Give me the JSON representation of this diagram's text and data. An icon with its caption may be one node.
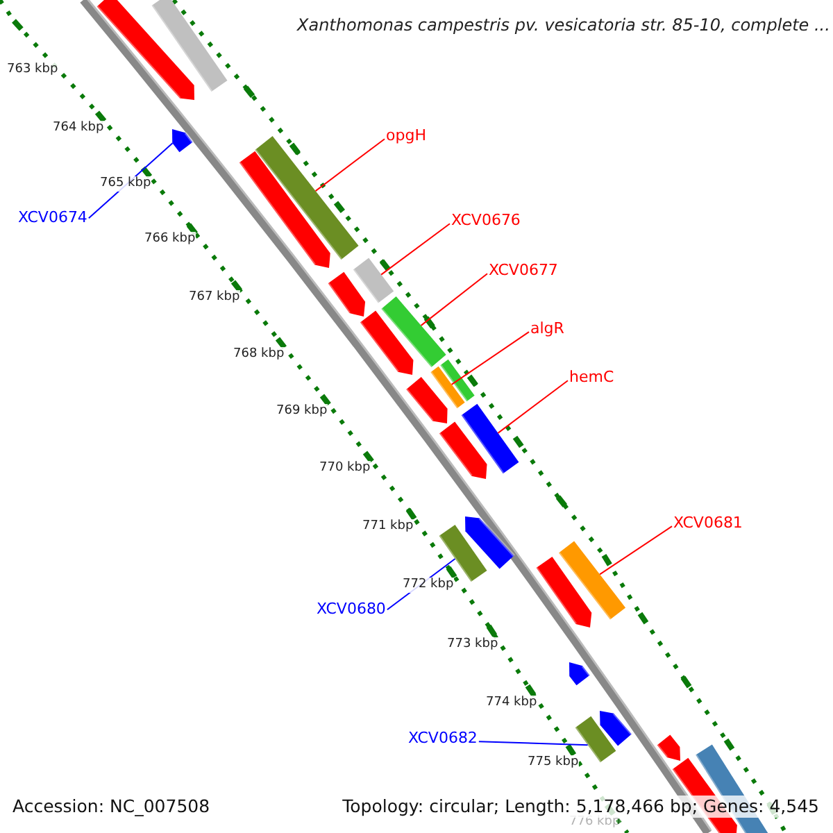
{
  "diagram": {
    "title": "Xanthomonas campestris pv. vesicatoria str. 85-10, complete ...",
    "nodes": [
      {
        "text": [
          "opgH"
        ]
      },
      {
        "text": [],
        "shape": "bar"
      },
      {
        "text": [
          "XCV0674"
        ]
      },
      {
        "text": [],
        "shape": "bar"
      },
      {
        "text": [
          "XCV0676"
        ]
      },
      {
        "text": [],
        "shape": "bar"
      },
      {
        "text": [
          "XCV0677"
        ]
      },
      {
        "text": [],
        "shape": "bar"
      },
      {
        "text": [
          "algR"
        ]
      },
      {
        "text": [],
        "shape": "bar"
      },
      {
        "text": [
          "hemC"
        ]
      },
      {
        "text": [],
        "shape": "bar"
      },
      {
        "text": [
          "XCV0681"
        ]
      },
      {
        "text": [],
        "shape": "bar"
      },
      {
        "text": [
          "XCV0680"
        ]
      },
      {
        "text": [],
        "shape": "bar"
      },
      {
        "text": [
          "XCV0682"
        ]
      },
      {
        "text": [],
        "shape": "bar"
      },
      {
        "text": [],
        "shape": "bar"
      },
      {
        "text": [],
        "shape": "bar"
      },
      {
        "text": [],
        "shape": "bar"
      },
      {
        "text": [],
        "shape": "bar"
      },
      {
        "text": [],
        "shape": "bar"
      },
      {
        "text": [],
        "shape": "bar"
      },
      {
        "text": [],
        "shape": "bar"
      },
      {
        "text": [],
        "shape": "bar"
      },
      {
        "text": [],
        "shape": "bar"
      },
      {
        "text": [],
        "shape": "bar"
      },
      {
        "text": [],
        "shape": "bar"
      },
      {
        "text": [],
        "shape": "bar"
      },
      {
        "text": [],
        "shape": "bar"
      },
      {
        "text": [],
        "shape": "bar"
      },
      {
        "text": [],
        "shape": "bar"
      }
    ],
    "edges": [
      {
        "from": 0,
        "to": 1,
        "arrow": "none"
      },
      {
        "from": 2,
        "to": 3,
        "arrow": "none",
        "color": "#0000ff"
      },
      {
        "from": 4,
        "to": 5,
        "arrow": "none"
      },
      {
        "from": 6,
        "to": 7,
        "arrow": "none"
      },
      {
        "from": 8,
        "to": 9,
        "arrow": "none"
      },
      {
        "from": 10,
        "to": 11,
        "arrow": "none"
      },
      {
        "from": 12,
        "to": 13,
        "arrow": "none"
      },
      {
        "from": 14,
        "to": 15,
        "arrow": "none",
        "color": "#0000ff"
      },
      {
        "from": 16,
        "to": 17,
        "arrow": "none",
        "color": "#0000ff"
      }
    ],
    "labels": [
      "763 kbp",
      "764 kbp",
      "765 kbp",
      "766 kbp",
      "767 kbp",
      "768 kbp",
      "769 kbp",
      "770 kbp",
      "771 kbp",
      "772 kbp",
      "773 kbp",
      "774 kbp",
      "775 kbp",
      "776 kbp",
      "Accession: NC_007508",
      "Topology: circular; Length: 5,178,466 bp; Genes: 4,545"
    ]
  }
}
